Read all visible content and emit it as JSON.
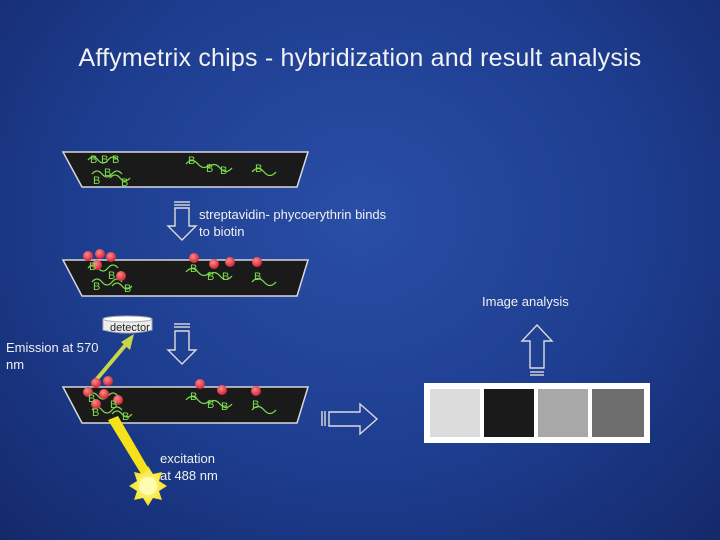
{
  "title": "Affymetrix chips - hybridization and result analysis",
  "labels": {
    "streptavidin": "streptavidin- phycoerythrin binds",
    "to_biotin": "to biotin",
    "image_analysis": "Image analysis",
    "detector": "detector",
    "emission_line1": "Emission at 570",
    "emission_line2": "nm",
    "excitation_line1": "excitation",
    "excitation_line2": "at 488 nm",
    "biotin": "B"
  },
  "result_bar": {
    "cells": [
      "#dcdcdc",
      "#1a1a1a",
      "#a8a8a8",
      "#6e6e6e"
    ]
  },
  "colors": {
    "background": "#1d3d8f",
    "chip": "#1a1a1a",
    "biotin_label": "#7cdc4e",
    "phycoerythrin": "#e03b4a",
    "excitation": "#f5e21a",
    "emission": "#c8d64a"
  }
}
